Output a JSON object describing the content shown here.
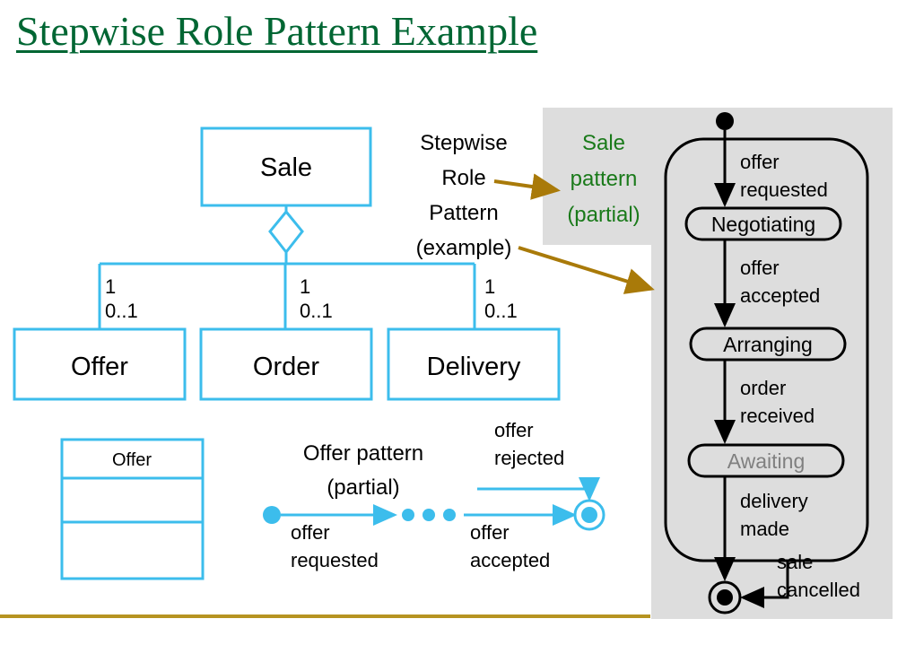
{
  "slide": {
    "title": "Stepwise Role Pattern Example",
    "title_color": "#006633",
    "rule_color": "#b69421",
    "background": "#ffffff"
  },
  "colors": {
    "uml_cyan": "#3cbdec",
    "arrow_brown": "#a97a09",
    "panel_gray": "#dddddd",
    "green_text": "#1a7a1a",
    "dim_state": "#808080",
    "black": "#000000"
  },
  "class_diagram": {
    "name": "stepwise-role-pattern-example",
    "whole": {
      "label": "Sale"
    },
    "parts": [
      {
        "label": "Offer",
        "mult_top": "1",
        "mult_bottom": "0..1"
      },
      {
        "label": "Order",
        "mult_top": "1",
        "mult_bottom": "0..1"
      },
      {
        "label": "Delivery",
        "mult_top": "1",
        "mult_bottom": "0..1"
      }
    ],
    "detail_class": {
      "label": "Offer",
      "compartments": [
        "",
        ""
      ]
    }
  },
  "annotations": {
    "stepwise": [
      "Stepwise",
      "Role",
      "Pattern",
      "(example)"
    ],
    "sale_pattern": [
      "Sale",
      "pattern",
      "(partial)"
    ],
    "offer_pattern": [
      "Offer pattern",
      "(partial)"
    ]
  },
  "offer_statechart": {
    "name": "offer-pattern-partial",
    "initial_label": "initial-state",
    "final_label": "final-state",
    "ellipsis": "• • •",
    "transitions": [
      {
        "event": [
          "offer",
          "requested"
        ]
      },
      {
        "event": [
          "offer",
          "accepted"
        ]
      },
      {
        "event": [
          "offer",
          "rejected"
        ]
      }
    ]
  },
  "sale_statechart": {
    "name": "sale-pattern-partial",
    "states": [
      {
        "label": "Negotiating",
        "dimmed": false
      },
      {
        "label": "Arranging",
        "dimmed": false
      },
      {
        "label": "Awaiting",
        "dimmed": true
      }
    ],
    "transitions": [
      {
        "event": [
          "offer",
          "requested"
        ]
      },
      {
        "event": [
          "offer",
          "accepted"
        ]
      },
      {
        "event": [
          "order",
          "received"
        ]
      },
      {
        "event": [
          "delivery",
          "made"
        ]
      },
      {
        "event": [
          "sale",
          "cancelled"
        ]
      }
    ]
  }
}
